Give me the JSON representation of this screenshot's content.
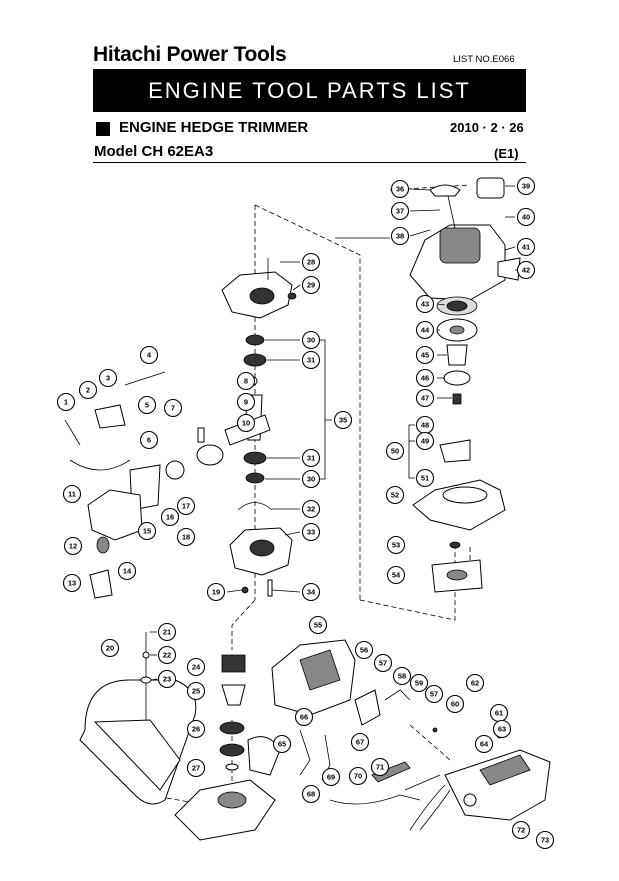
{
  "header": {
    "brand": "Hitachi Power Tools",
    "list_no": "LIST NO.E066",
    "banner_title": "ENGINE TOOL PARTS LIST",
    "subtitle": "ENGINE HEDGE TRIMMER",
    "date": "2010 · 2 · 26",
    "model": "Model CH 62EA3",
    "variant": "(E1)"
  },
  "callouts": [
    "1",
    "2",
    "3",
    "4",
    "5",
    "6",
    "7",
    "8",
    "9",
    "10",
    "11",
    "12",
    "13",
    "14",
    "15",
    "16",
    "17",
    "18",
    "19",
    "20",
    "21",
    "22",
    "23",
    "24",
    "25",
    "26",
    "27",
    "28",
    "29",
    "30",
    "30",
    "31",
    "31",
    "32",
    "33",
    "34",
    "35",
    "36",
    "37",
    "38",
    "39",
    "40",
    "41",
    "42",
    "43",
    "44",
    "45",
    "46",
    "47",
    "48",
    "49",
    "50",
    "51",
    "52",
    "53",
    "54",
    "55",
    "56",
    "57",
    "57",
    "58",
    "59",
    "60",
    "61",
    "62",
    "63",
    "64",
    "65",
    "66",
    "67",
    "68",
    "69",
    "70",
    "71",
    "72",
    "73"
  ]
}
